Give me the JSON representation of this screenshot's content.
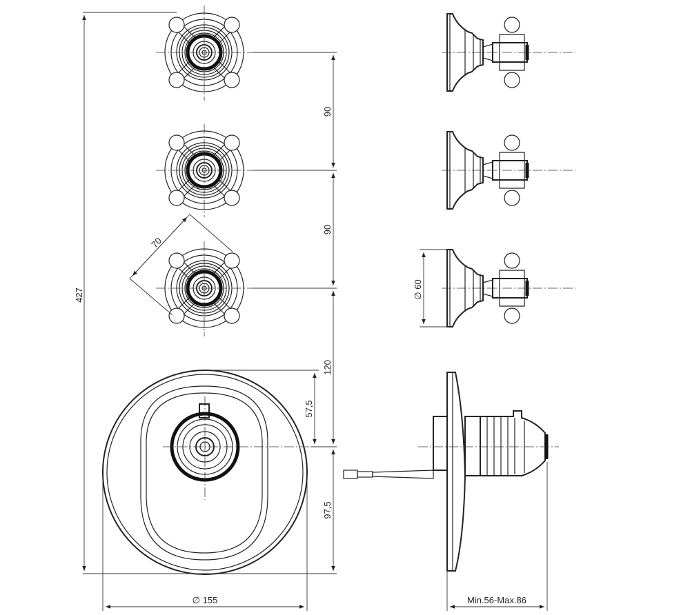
{
  "dimensions": {
    "overall_height": "427",
    "spacing_upper": "90",
    "spacing_middle": "90",
    "spacing_lower": "120",
    "handle_reach": "70",
    "rosette_diameter": "∅ 60",
    "upper_offset": "57,5",
    "lower_offset": "97,5",
    "plate_diameter": "∅ 155",
    "wall_depth": "Min.56-Max.86"
  }
}
